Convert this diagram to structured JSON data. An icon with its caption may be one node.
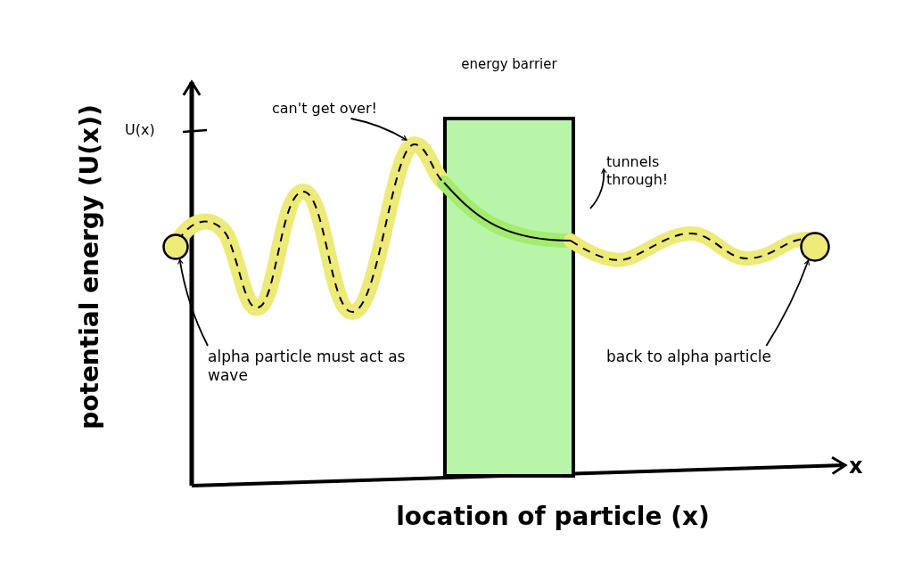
{
  "diagram": {
    "nodes": [
      {
        "text": [
          "energy barrier"
        ]
      },
      {
        "text": [],
        "shape": "circle"
      },
      {
        "text": [],
        "shape": "circle"
      },
      {
        "text": [
          "can't get over!"
        ]
      },
      {
        "text": [
          "tunnels through!"
        ]
      },
      {
        "text": [
          "alpha particle must act as wave"
        ]
      },
      {
        "text": [
          "back to alpha particle"
        ]
      }
    ],
    "edges": [
      {
        "from": 3,
        "to": null,
        "arrow": "to"
      },
      {
        "from": null,
        "to": 4,
        "arrow": "to"
      },
      {
        "from": 5,
        "to": 1,
        "arrow": "to"
      },
      {
        "from": 6,
        "to": 2,
        "arrow": "to"
      }
    ],
    "labels": [
      "U(x)",
      "potential energy (U(x))",
      "x",
      "location of particle (x)"
    ]
  }
}
